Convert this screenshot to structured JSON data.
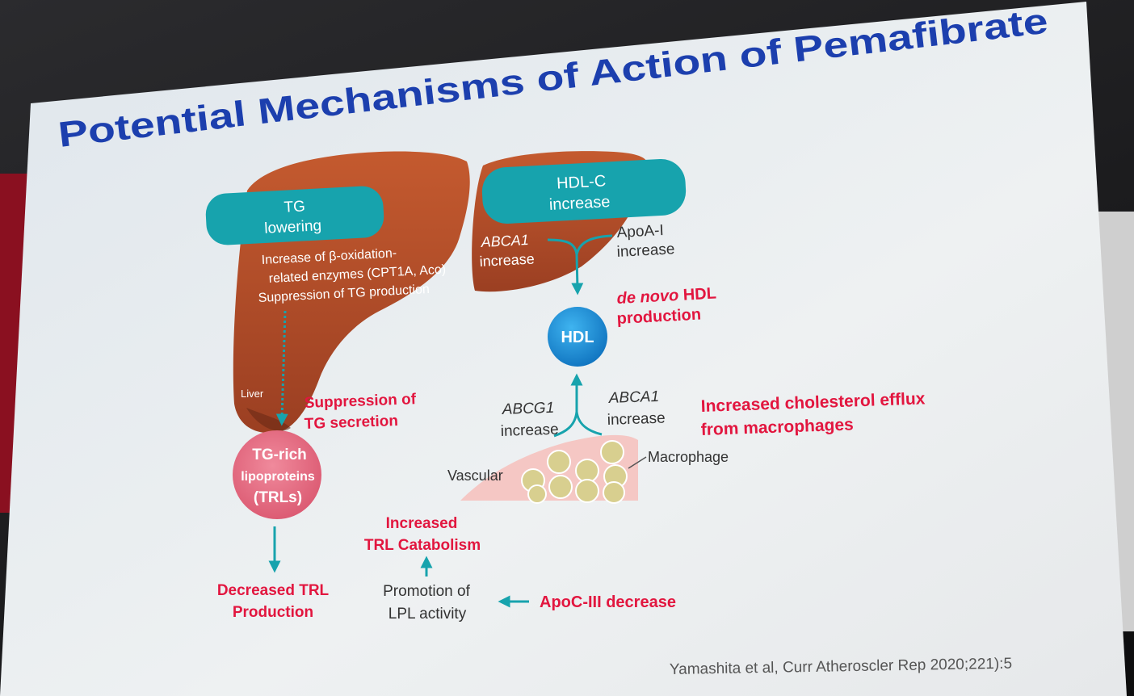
{
  "slide": {
    "title": "Potential Mechanisms of Action of Pemafibrate",
    "citation": "Yamashita et al, Curr Atheroscler Rep 2020;221):5"
  },
  "liver": {
    "label": "Liver",
    "tg_badge": [
      "TG",
      "lowering"
    ],
    "tg_text": [
      "Increase of β-oxidation-",
      "related enzymes (CPT1A, Aco)",
      "Suppression of TG production"
    ],
    "hdl_badge": [
      "HDL-C",
      "increase"
    ],
    "abca1": [
      "ABCA1",
      "increase"
    ],
    "apoa1": [
      "ApoA-I",
      "increase"
    ]
  },
  "hdl": {
    "circle": "HDL",
    "de_novo": [
      "de novo",
      "HDL",
      "production"
    ],
    "abcg1": [
      "ABCG1",
      "increase"
    ],
    "abca1": [
      "ABCA1",
      "increase"
    ],
    "efflux": [
      "Increased cholesterol efflux",
      "from macrophages"
    ],
    "vascular": "Vascular",
    "macrophage": "Macrophage"
  },
  "trl": {
    "suppression": [
      "Suppression of",
      "TG secretion"
    ],
    "circle": [
      "TG-rich",
      "lipoproteins",
      "(TRLs)"
    ],
    "decreased": [
      "Decreased TRL",
      "Production"
    ],
    "catabolism": [
      "Increased",
      "TRL Catabolism"
    ],
    "lpl": [
      "Promotion of",
      "LPL activity"
    ],
    "apoc3": "ApoC-III decrease"
  },
  "colors": {
    "title_blue": "#1c3fae",
    "teal": "#17a3ad",
    "liver": "#b9522c",
    "red_text": "#e2163f",
    "hdl_blue": "#1a8fd6",
    "trl_pink": "#e8677e"
  }
}
